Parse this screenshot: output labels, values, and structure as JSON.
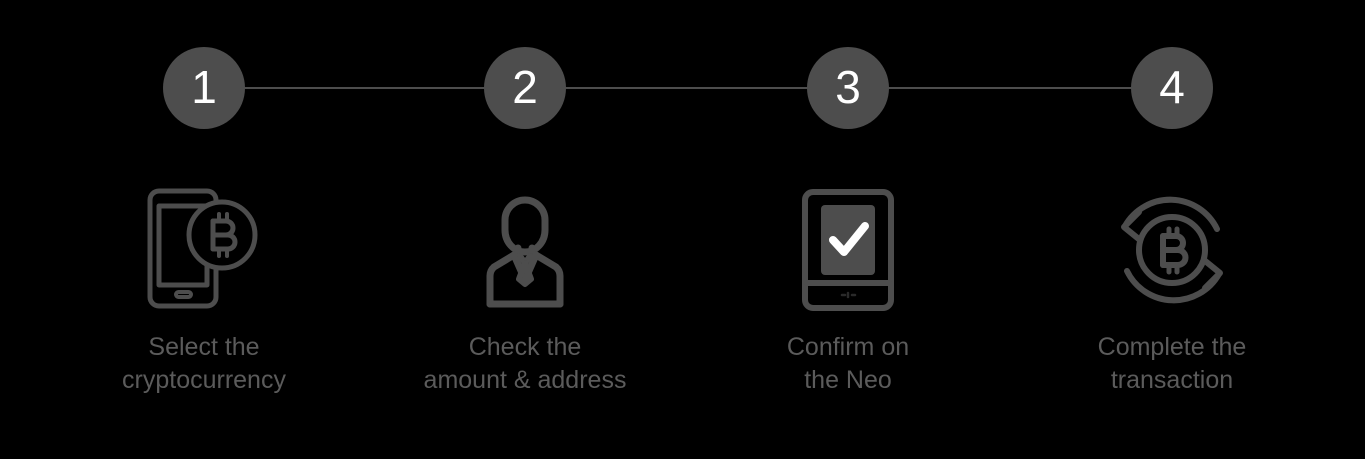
{
  "colors": {
    "background": "#000000",
    "badge_fill": "#4d4d4d",
    "badge_text": "#ffffff",
    "connector_line": "#4d4d4d",
    "icon_stroke": "#4d4d4d",
    "caption_text": "#5b5b5b",
    "check_mark": "#ffffff"
  },
  "progress": {
    "total_steps": 4,
    "connector_label": "step-connector-line"
  },
  "steps": [
    {
      "number": "1",
      "icon": "phone-with-bitcoin-icon",
      "caption": "Select the\ncryptocurrency"
    },
    {
      "number": "2",
      "icon": "person-in-suit-icon",
      "caption": "Check the\namount & address"
    },
    {
      "number": "3",
      "icon": "device-checkmark-icon",
      "caption": "Confirm on\nthe Neo"
    },
    {
      "number": "4",
      "icon": "bitcoin-exchange-arrows-icon",
      "caption": "Complete the\ntransaction"
    }
  ]
}
